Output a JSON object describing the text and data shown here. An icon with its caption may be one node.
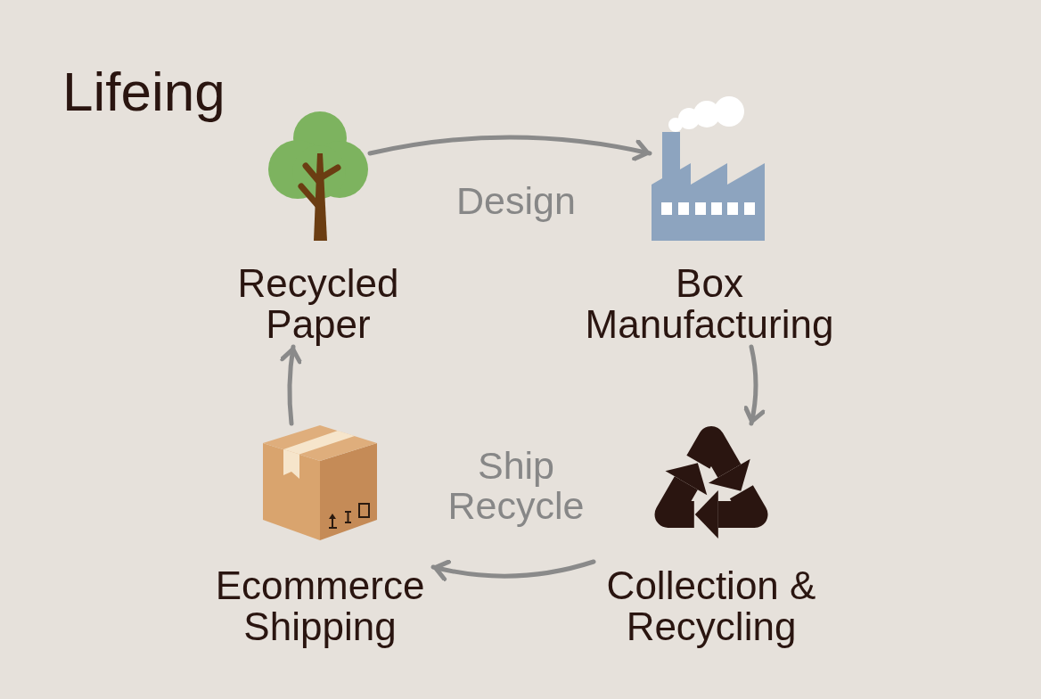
{
  "diagram": {
    "title": "Lifeing",
    "nodes": [
      {
        "text": [
          "Recycled Paper"
        ]
      },
      {
        "text": [
          "Box Manufacturing"
        ]
      },
      {
        "text": [
          "Collection & Recycling"
        ]
      },
      {
        "text": [
          "Ecommerce Shipping"
        ]
      }
    ],
    "edges": [
      {
        "from": 0,
        "to": 1,
        "arrow": "to",
        "label": "Design"
      },
      {
        "from": 1,
        "to": 2,
        "arrow": "to"
      },
      {
        "from": 2,
        "to": 3,
        "arrow": "to",
        "label": "Ship Recycle"
      },
      {
        "from": 3,
        "to": 0,
        "arrow": "to"
      }
    ]
  }
}
